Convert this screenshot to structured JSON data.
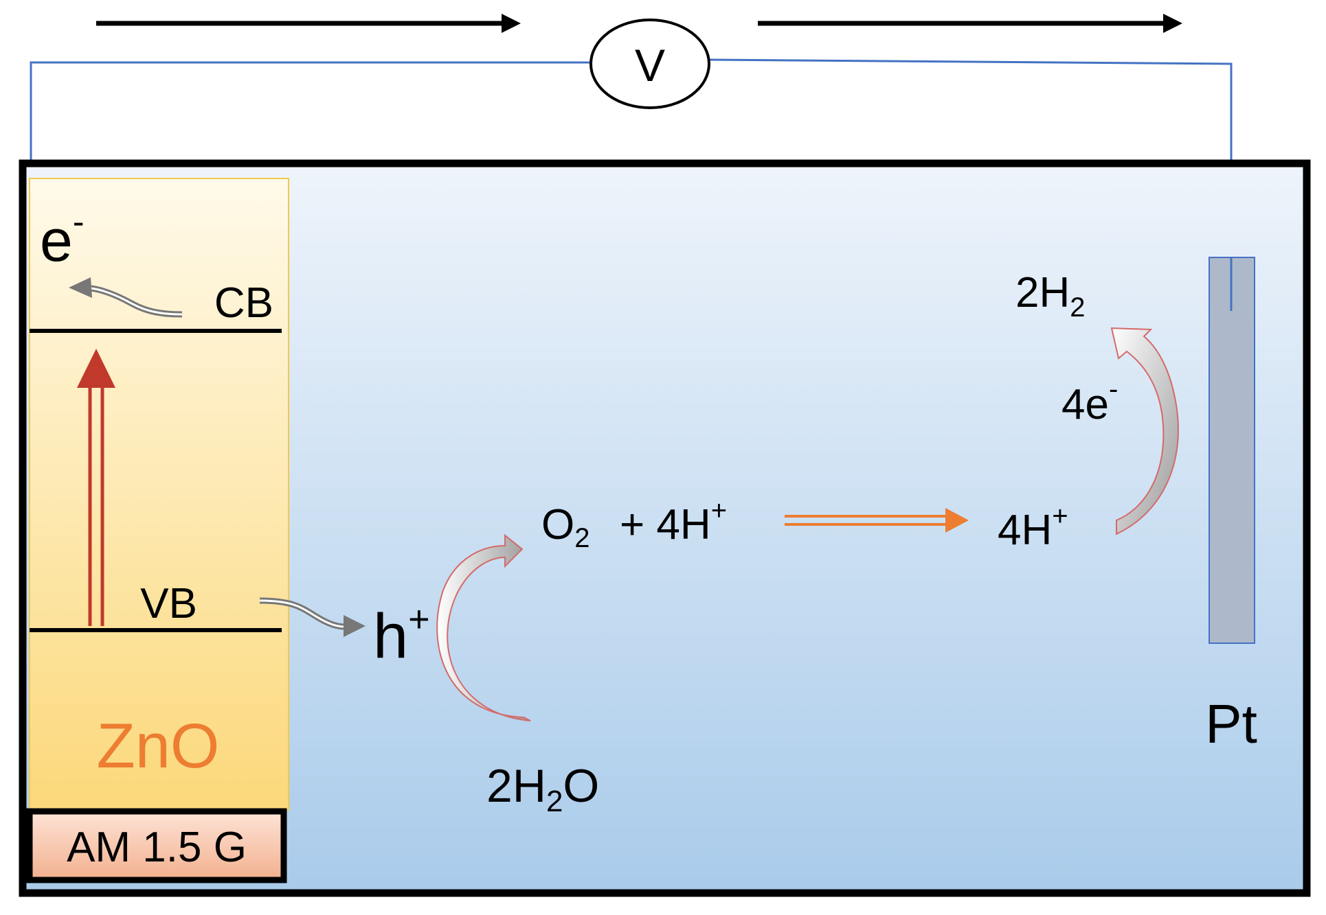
{
  "voltmeter": {
    "label": "V"
  },
  "semiconductor": {
    "material": "ZnO",
    "cb_label": "CB",
    "vb_label": "VB",
    "electron": {
      "base": "e",
      "sup": "-"
    }
  },
  "light_source": {
    "label": "AM 1.5 G"
  },
  "hole": {
    "base": "h",
    "sup": "+"
  },
  "oxidation": {
    "reactant": {
      "pre": "2H",
      "sub": "2",
      "post": "O"
    },
    "product_o2": {
      "base": "O",
      "sub": "2"
    },
    "product_h": {
      "base": "+ 4H",
      "sup": "+"
    }
  },
  "proton_transfer": {
    "base": "4H",
    "sup": "+"
  },
  "reduction": {
    "electrons": {
      "base": "4e",
      "sup": "-"
    },
    "product": {
      "base": "2H",
      "sub": "2"
    }
  },
  "counter_electrode": {
    "label": "Pt"
  },
  "colors": {
    "wire": "#4472c4",
    "tank_border": "#000000",
    "electrolyte_top": "#eef4fb",
    "electrolyte_bottom": "#a9cbea",
    "zno_top": "#fffaea",
    "zno_bottom": "#fbd87a",
    "zno_text": "#ed7d31",
    "excitation_arrow": "#c0392b",
    "transfer_arrow": "#ed7d31",
    "pt_fill": "#adb9ca",
    "curved_arrow_outline": "#d46a6a"
  }
}
